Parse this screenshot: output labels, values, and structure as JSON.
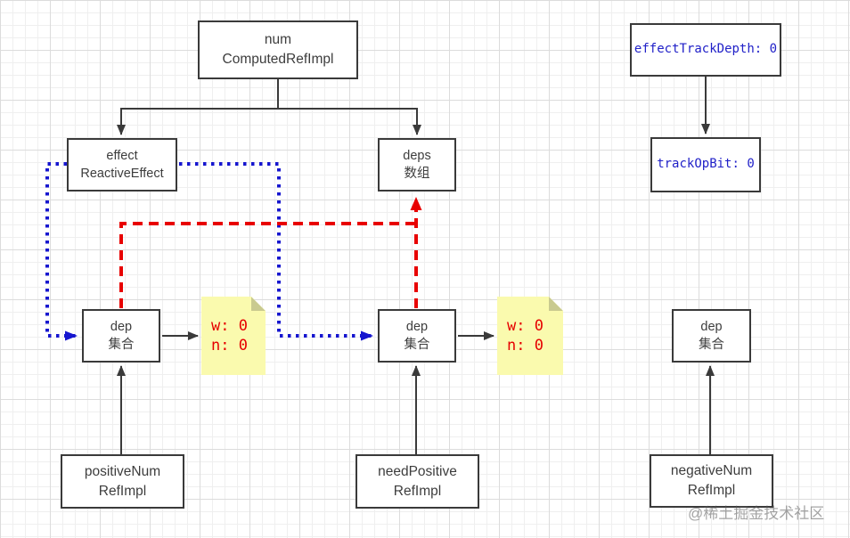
{
  "diagram": {
    "nodes": {
      "computed": {
        "line1": "num",
        "line2": "ComputedRefImpl"
      },
      "effect": {
        "line1": "effect",
        "line2": "ReactiveEffect"
      },
      "deps": {
        "line1": "deps",
        "line2": "数组"
      },
      "dep_left": {
        "line1": "dep",
        "line2": "集合"
      },
      "dep_mid": {
        "line1": "dep",
        "line2": "集合"
      },
      "dep_right": {
        "line1": "dep",
        "line2": "集合"
      },
      "positive": {
        "line1": "positiveNum",
        "line2": "RefImpl"
      },
      "need_positive": {
        "line1": "needPositive",
        "line2": "RefImpl"
      },
      "negative": {
        "line1": "negativeNum",
        "line2": "RefImpl"
      },
      "effect_track_depth": {
        "label": "effectTrackDepth: 0"
      },
      "track_op_bit": {
        "label": "trackOpBit: 0"
      }
    },
    "notes": {
      "left": {
        "line1": "w: 0",
        "line2": "n: 0"
      },
      "right": {
        "line1": "w: 0",
        "line2": "n: 0"
      }
    },
    "watermark": "@稀土掘金技术社区",
    "colors": {
      "box_border": "#3a3a3a",
      "blue_text": "#2121c8",
      "blue_dotted_line": "#1616cf",
      "red_dashed_line": "#e80000",
      "note_background": "#fafaae",
      "note_fold": "#c9ca8f",
      "grid_minor": "#efefef",
      "grid_major": "#dcdcdc"
    }
  }
}
